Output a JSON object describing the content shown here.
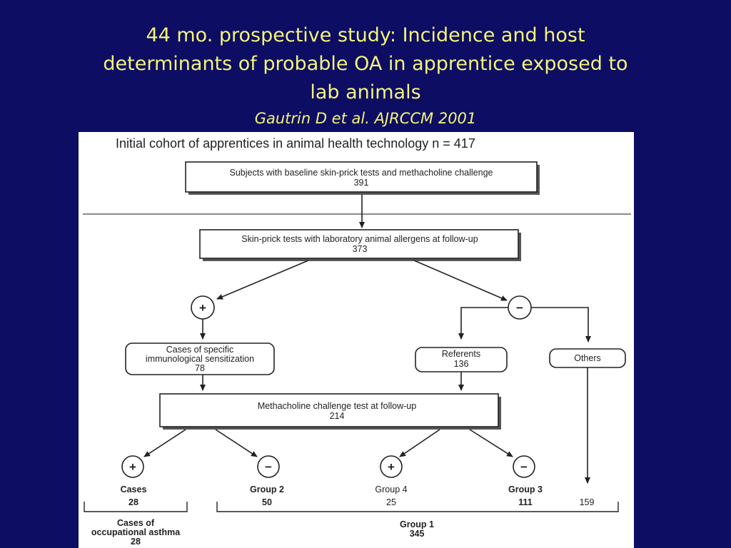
{
  "slide": {
    "title_lines": [
      "44 mo. prospective study: Incidence and host",
      "determinants of probable OA in apprentice exposed to",
      "lab animals"
    ],
    "citation": "Gautrin D et al. AJRCCM 2001"
  },
  "flowchart": {
    "header": "Initial cohort of apprentices in animal health technology n = 417",
    "baseline_label": "Subjects with baseline skin-prick tests and methacholine challenge",
    "baseline_n": "391",
    "spt_label": "Skin-prick tests with laboratory animal allergens at follow-up",
    "spt_n": "373",
    "plus": "+",
    "minus": "−",
    "sens_line1": "Cases of specific",
    "sens_line2": "immunological sensitization",
    "sens_n": "78",
    "referents_label": "Referents",
    "referents_n": "136",
    "others_label": "Others",
    "mch_label": "Methacholine challenge test at follow-up",
    "mch_n": "214",
    "cases_label": "Cases",
    "cases_n": "28",
    "group2_label": "Group 2",
    "group2_n": "50",
    "group4_label": "Group 4",
    "group4_n": "25",
    "group3_label": "Group 3",
    "group3_n": "111",
    "others_n": "159",
    "oa_line1": "Cases of",
    "oa_line2": "occupational asthma",
    "oa_n": "28",
    "group1_label": "Group 1",
    "group1_n": "345"
  },
  "colors": {
    "background": "#0d0d63",
    "title": "#f4f47a"
  }
}
